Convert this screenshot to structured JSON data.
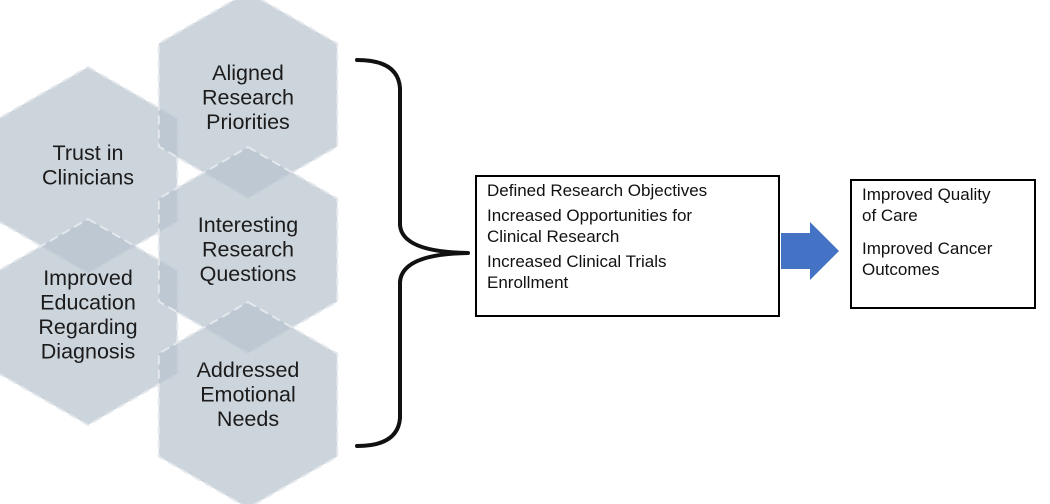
{
  "colors": {
    "hexagon_fill": "#b9c3ce",
    "hexagon_stroke": "#e4e8ec",
    "arrow": "#4472c4",
    "box_border": "#000000"
  },
  "hexagons": [
    {
      "id": "trust",
      "lines": [
        "Trust in",
        "Clinicians"
      ]
    },
    {
      "id": "education",
      "lines": [
        "Improved",
        "Education",
        "Regarding",
        "Diagnosis"
      ]
    },
    {
      "id": "priorities",
      "lines": [
        "Aligned",
        "Research",
        "Priorities"
      ]
    },
    {
      "id": "questions",
      "lines": [
        "Interesting",
        "Research",
        "Questions"
      ]
    },
    {
      "id": "emotional",
      "lines": [
        "Addressed",
        "Emotional",
        "Needs"
      ]
    }
  ],
  "objectives": {
    "items": [
      "Defined Research  Objectives",
      "Increased Opportunities for\nClinical Research",
      "Increased Clinical Trials\nEnrollment"
    ]
  },
  "outcomes": {
    "items": [
      "Improved Quality\nof Care",
      "Improved Cancer\nOutcomes"
    ]
  }
}
